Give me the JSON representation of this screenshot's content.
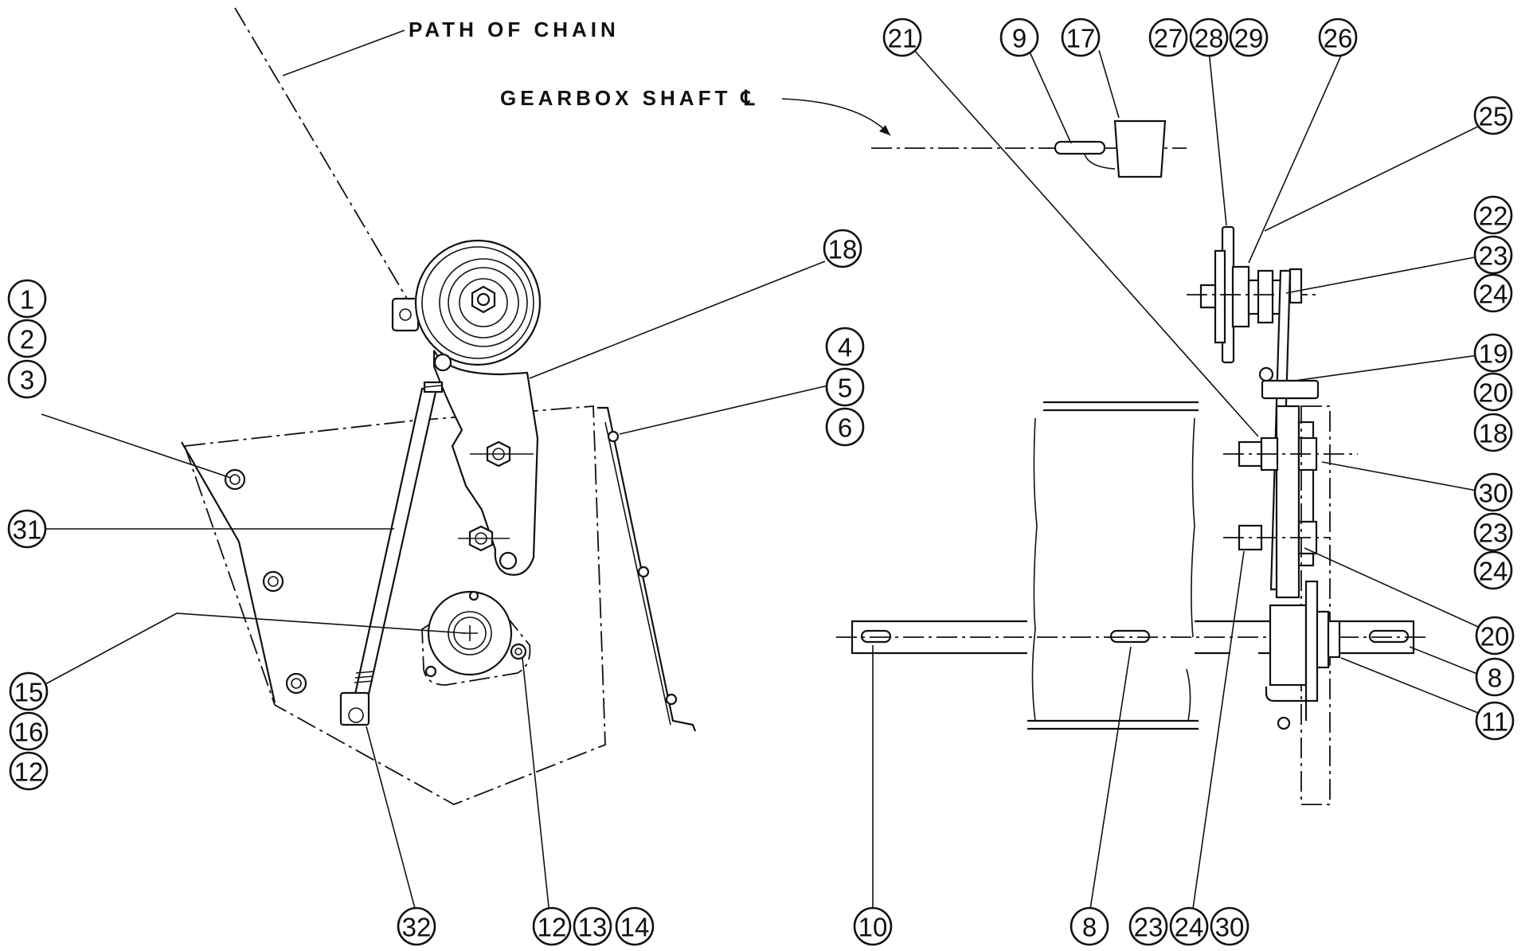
{
  "labels": {
    "path_of_chain": "PATH OF CHAIN",
    "gearbox_shaft": "GEARBOX SHAFT ℄"
  },
  "callouts": [
    {
      "id": "c1",
      "n": "1"
    },
    {
      "id": "c2",
      "n": "2"
    },
    {
      "id": "c3",
      "n": "3"
    },
    {
      "id": "c31",
      "n": "31"
    },
    {
      "id": "c15",
      "n": "15"
    },
    {
      "id": "c16",
      "n": "16"
    },
    {
      "id": "c12a",
      "n": "12"
    },
    {
      "id": "c32",
      "n": "32"
    },
    {
      "id": "c12b",
      "n": "12"
    },
    {
      "id": "c13",
      "n": "13"
    },
    {
      "id": "c14",
      "n": "14"
    },
    {
      "id": "c18a",
      "n": "18"
    },
    {
      "id": "c4",
      "n": "4"
    },
    {
      "id": "c5",
      "n": "5"
    },
    {
      "id": "c6",
      "n": "6"
    },
    {
      "id": "c21",
      "n": "21"
    },
    {
      "id": "c9",
      "n": "9"
    },
    {
      "id": "c17",
      "n": "17"
    },
    {
      "id": "c27",
      "n": "27"
    },
    {
      "id": "c28",
      "n": "28"
    },
    {
      "id": "c29",
      "n": "29"
    },
    {
      "id": "c26",
      "n": "26"
    },
    {
      "id": "c25",
      "n": "25"
    },
    {
      "id": "c22",
      "n": "22"
    },
    {
      "id": "c23a",
      "n": "23"
    },
    {
      "id": "c24a",
      "n": "24"
    },
    {
      "id": "c19",
      "n": "19"
    },
    {
      "id": "c20a",
      "n": "20"
    },
    {
      "id": "c18b",
      "n": "18"
    },
    {
      "id": "c30a",
      "n": "30"
    },
    {
      "id": "c23b",
      "n": "23"
    },
    {
      "id": "c24b",
      "n": "24"
    },
    {
      "id": "c20b",
      "n": "20"
    },
    {
      "id": "c8a",
      "n": "8"
    },
    {
      "id": "c11",
      "n": "11"
    },
    {
      "id": "c10",
      "n": "10"
    },
    {
      "id": "c8b",
      "n": "8"
    },
    {
      "id": "c23c",
      "n": "23"
    },
    {
      "id": "c24c",
      "n": "24"
    },
    {
      "id": "c30b",
      "n": "30"
    }
  ]
}
